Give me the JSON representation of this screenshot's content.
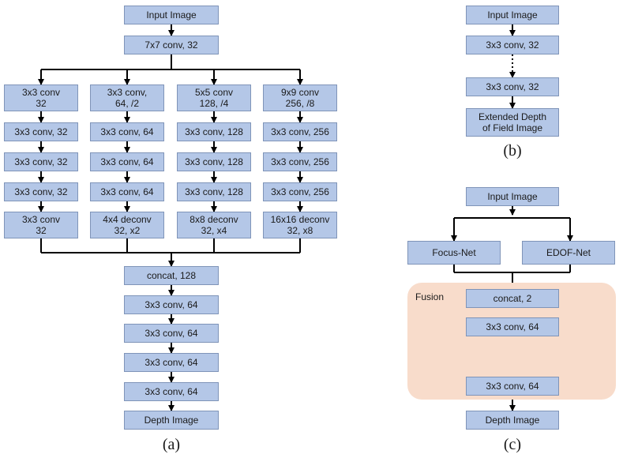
{
  "panel_a": {
    "input": "Input Image",
    "conv7": "7x7 conv, 32",
    "branches": [
      [
        "3x3 conv\n32",
        "3x3 conv, 32",
        "3x3 conv, 32",
        "3x3 conv, 32",
        "3x3 conv\n32"
      ],
      [
        "3x3 conv,\n64, /2",
        "3x3 conv, 64",
        "3x3 conv, 64",
        "3x3 conv, 64",
        "4x4 deconv\n32, x2"
      ],
      [
        "5x5 conv\n128, /4",
        "3x3 conv, 128",
        "3x3 conv, 128",
        "3x3 conv, 128",
        "8x8 deconv\n32, x4"
      ],
      [
        "9x9 conv\n256, /8",
        "3x3 conv, 256",
        "3x3 conv, 256",
        "3x3 conv, 256",
        "16x16 deconv\n32, x8"
      ]
    ],
    "concat": "concat, 128",
    "post": [
      "3x3 conv, 64",
      "3x3 conv, 64",
      "3x3 conv, 64",
      "3x3 conv, 64"
    ],
    "output": "Depth Image",
    "caption": "(a)"
  },
  "panel_b": {
    "input": "Input Image",
    "conv_first": "3x3 conv, 32",
    "conv_last": "3x3 conv, 32",
    "output": "Extended Depth\nof Field Image",
    "caption": "(b)"
  },
  "panel_c": {
    "input": "Input Image",
    "focus_net": "Focus-Net",
    "edof_net": "EDOF-Net",
    "fusion_label": "Fusion",
    "concat": "concat, 2",
    "conv_first": "3x3 conv, 64",
    "conv_last": "3x3 conv, 64",
    "output": "Depth Image",
    "caption": "(c)",
    "fusion_color": "#f8dccb"
  },
  "colors": {
    "box_fill": "#b4c7e7",
    "box_border": "#7f94b8",
    "line": "#000000"
  }
}
